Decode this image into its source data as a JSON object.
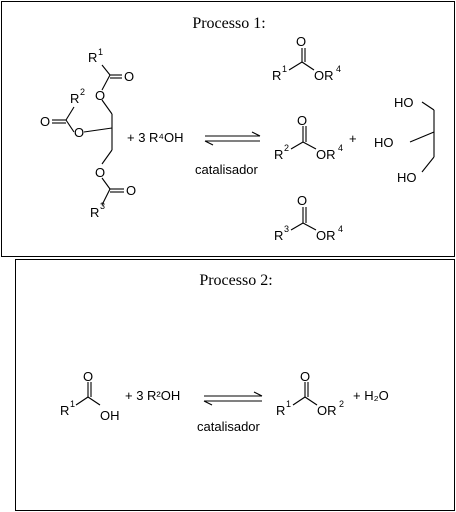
{
  "process1": {
    "title": "Processo 1:",
    "reagent": "+ 3 R⁴OH",
    "catalyst": "catalisador",
    "plus": "+",
    "triglyceride": {
      "r1": "R",
      "r1_sup": "1",
      "r2": "R",
      "r2_sup": "2",
      "r3": "R",
      "r3_sup": "3",
      "o": "O"
    },
    "esters": [
      {
        "r": "R",
        "r_sup": "1",
        "or": "OR",
        "or_sup": "4",
        "o": "O"
      },
      {
        "r": "R",
        "r_sup": "2",
        "or": "OR",
        "or_sup": "4",
        "o": "O"
      },
      {
        "r": "R",
        "r_sup": "3",
        "or": "OR",
        "or_sup": "4",
        "o": "O"
      }
    ],
    "glycerol": {
      "ho": "HO"
    }
  },
  "process2": {
    "title": "Processo 2:",
    "acid": {
      "r": "R",
      "r_sup": "1",
      "oh": "OH",
      "o": "O"
    },
    "reagent": "+ 3 R²OH",
    "catalyst": "catalisador",
    "ester": {
      "r": "R",
      "r_sup": "1",
      "or": "OR",
      "or_sup": "2",
      "o": "O"
    },
    "water": "+ H₂O"
  }
}
